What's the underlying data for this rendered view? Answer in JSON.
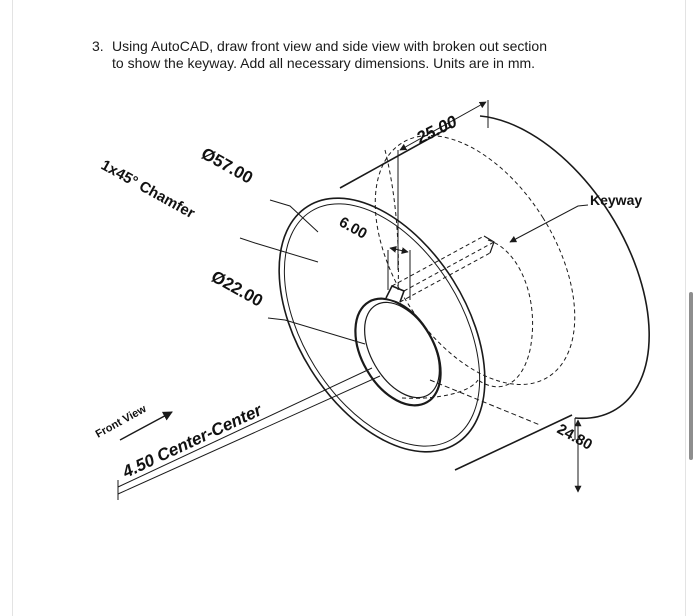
{
  "question": {
    "number": "3.",
    "line1": "Using AutoCAD, draw front view and side view with broken out section",
    "line2": "to show the keyway. Add all necessary dimensions. Units are in mm."
  },
  "labels": {
    "dim_width": "25.00",
    "outer_diameter": "Ø57.00",
    "chamfer": "1x45° Chamfer",
    "keyway_width": "6.00",
    "keyway": "Keyway",
    "bore_diameter": "Ø22.00",
    "front_view": "Front View",
    "center_center": "4.50 Center-Center",
    "dim_height": "24.80"
  },
  "colors": {
    "line": "#1a1a1a",
    "text": "#111111"
  }
}
